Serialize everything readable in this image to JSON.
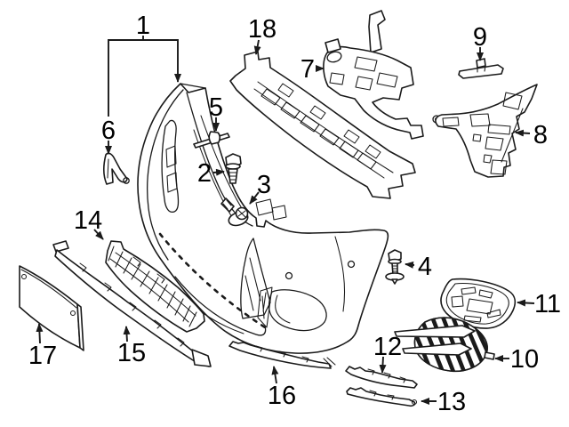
{
  "figure": {
    "kind": "exploded-parts-line-drawing",
    "subject": "front-bumper-assembly"
  },
  "colors": {
    "background": "#ffffff",
    "line": "#1a1a1a",
    "label_text": "#000000"
  },
  "callouts": [
    {
      "label": "1"
    },
    {
      "label": "2"
    },
    {
      "label": "3"
    },
    {
      "label": "4"
    },
    {
      "label": "5"
    },
    {
      "label": "6"
    },
    {
      "label": "7"
    },
    {
      "label": "8"
    },
    {
      "label": "9"
    },
    {
      "label": "10"
    },
    {
      "label": "11"
    },
    {
      "label": "12"
    },
    {
      "label": "13"
    },
    {
      "label": "14"
    },
    {
      "label": "15"
    },
    {
      "label": "16"
    },
    {
      "label": "17"
    },
    {
      "label": "18"
    }
  ]
}
